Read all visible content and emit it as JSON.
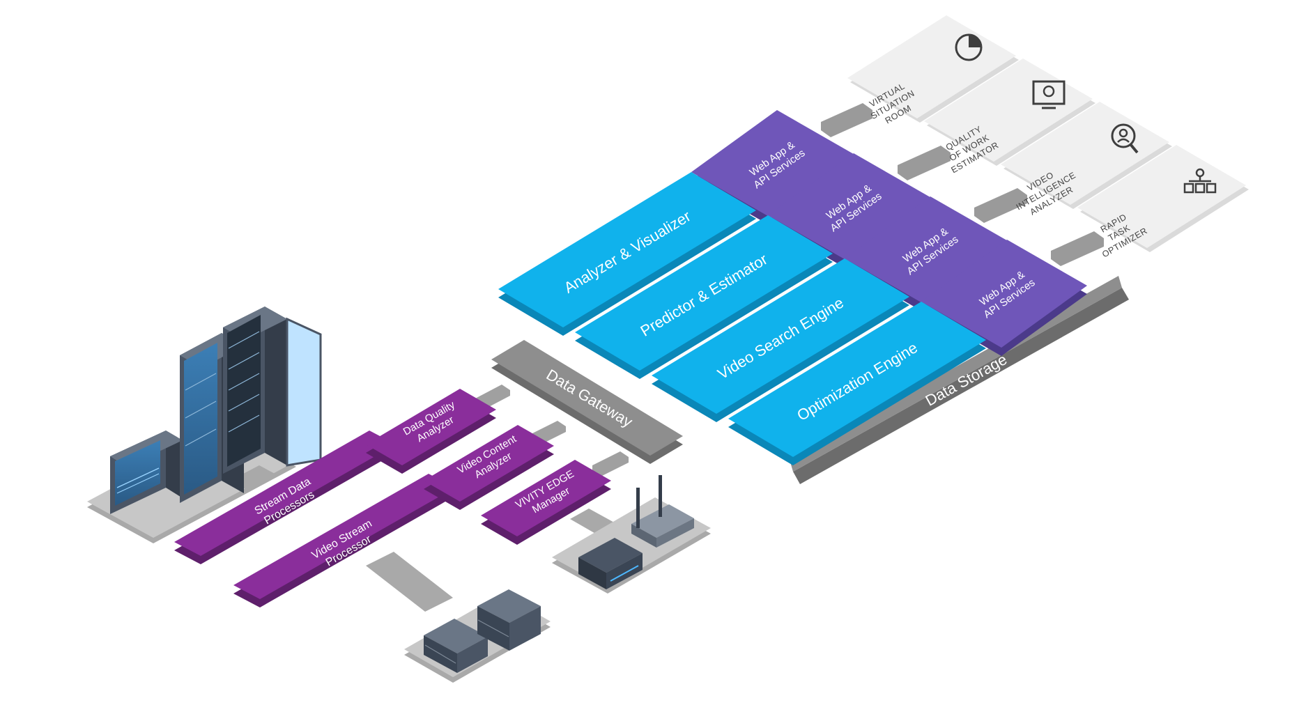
{
  "edge": {
    "data_quality_analyzer": [
      "Data Quality",
      "Analyzer"
    ],
    "video_content_analyzer": [
      "Video Content",
      "Analyzer"
    ],
    "vivity_edge_manager": [
      "VIVITY EDGE",
      "Manager"
    ],
    "stream_data_processors": [
      "Stream Data",
      "Processors"
    ],
    "video_stream_processor": [
      "Video Stream",
      "Processor"
    ]
  },
  "gateway": {
    "label": "Data Gateway"
  },
  "engines": [
    {
      "label": "Analyzer & Visualizer"
    },
    {
      "label": "Predictor & Estimator"
    },
    {
      "label": "Video Search Engine"
    },
    {
      "label": "Optimization Engine"
    }
  ],
  "services": [
    {
      "lines": [
        "Web App &",
        "API Services"
      ]
    },
    {
      "lines": [
        "Web App &",
        "API Services"
      ]
    },
    {
      "lines": [
        "Web App &",
        "API Services"
      ]
    },
    {
      "lines": [
        "Web App &",
        "API Services"
      ]
    }
  ],
  "storage": {
    "label": "Data Storage"
  },
  "apps": [
    {
      "lines": [
        "VIRTUAL",
        "SITUATION",
        "ROOM"
      ],
      "icon": "pie-chart-icon"
    },
    {
      "lines": [
        "QUALITY",
        "OF WORK",
        "ESTIMATOR"
      ],
      "icon": "monitor-icon"
    },
    {
      "lines": [
        "VIDEO",
        "INTELLIGENCE",
        "ANALYZER"
      ],
      "icon": "magnifier-person-icon"
    },
    {
      "lines": [
        "RAPID",
        "TASK",
        "OPTIMIZER"
      ],
      "icon": "org-chart-gear-icon"
    }
  ],
  "colors": {
    "edge_purple": "#8a2e9b",
    "service_violet": "#6f56b9",
    "engine_blue": "#10b2ec",
    "gray_block": "#8a8a8a",
    "app_tile": "#f0f0f0"
  }
}
